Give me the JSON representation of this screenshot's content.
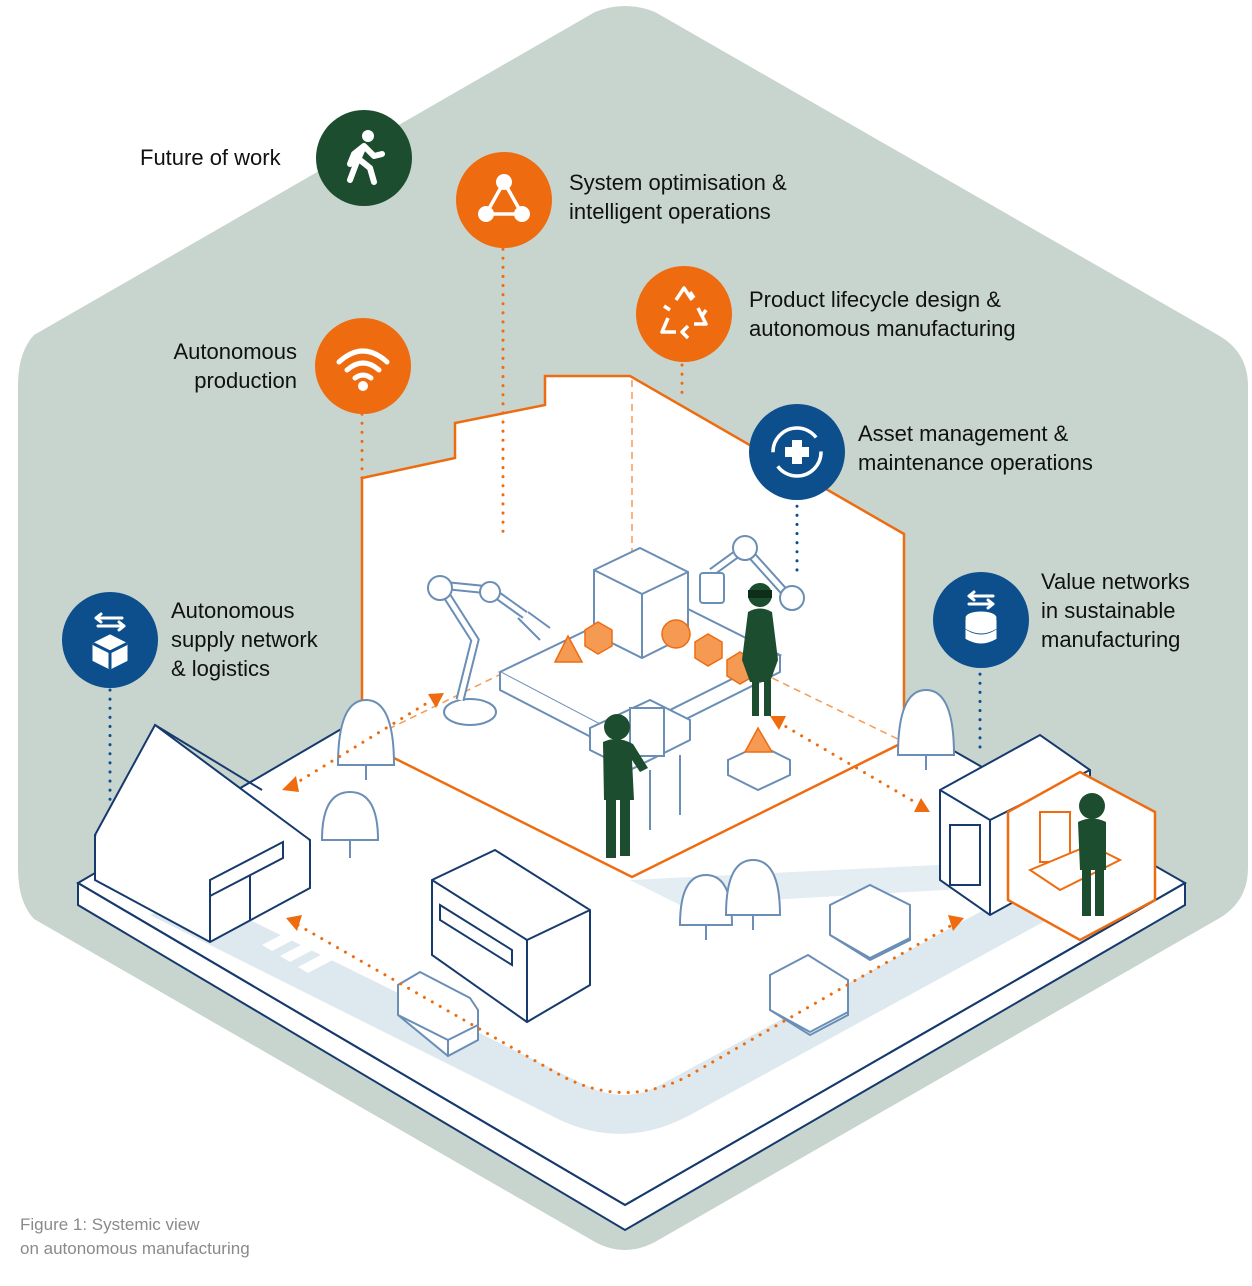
{
  "colors": {
    "background_hex": "#c8d5cf",
    "orange": "#ee6c0f",
    "green": "#1b4d2e",
    "blue": "#0c4f8c",
    "road": "#dde8ef",
    "line": "#163a6e",
    "person": "#1b4d2e",
    "box": "#f59a53"
  },
  "labels": {
    "future_of_work": "Future of work",
    "system_optimisation": [
      "System optimisation &",
      "intelligent operations"
    ],
    "product_lifecycle": [
      "Product lifecycle design &",
      "autonomous manufacturing"
    ],
    "autonomous_production": [
      "Autonomous",
      "production"
    ],
    "asset_management": [
      "Asset management &",
      "maintenance operations"
    ],
    "supply_network": [
      "Autonomous",
      "supply network",
      "& logistics"
    ],
    "value_networks": [
      "Value networks",
      "in sustainable",
      "manufacturing"
    ]
  },
  "icons": {
    "future_of_work": "walking-person-icon",
    "system_optimisation": "network-triangle-icon",
    "product_lifecycle": "recycle-icon",
    "autonomous_production": "wifi-icon",
    "asset_management": "medical-cross-cycle-icon",
    "supply_network": "package-exchange-icon",
    "value_networks": "data-storage-exchange-icon"
  },
  "caption": [
    "Figure 1: Systemic view",
    "on autonomous manufacturing"
  ]
}
